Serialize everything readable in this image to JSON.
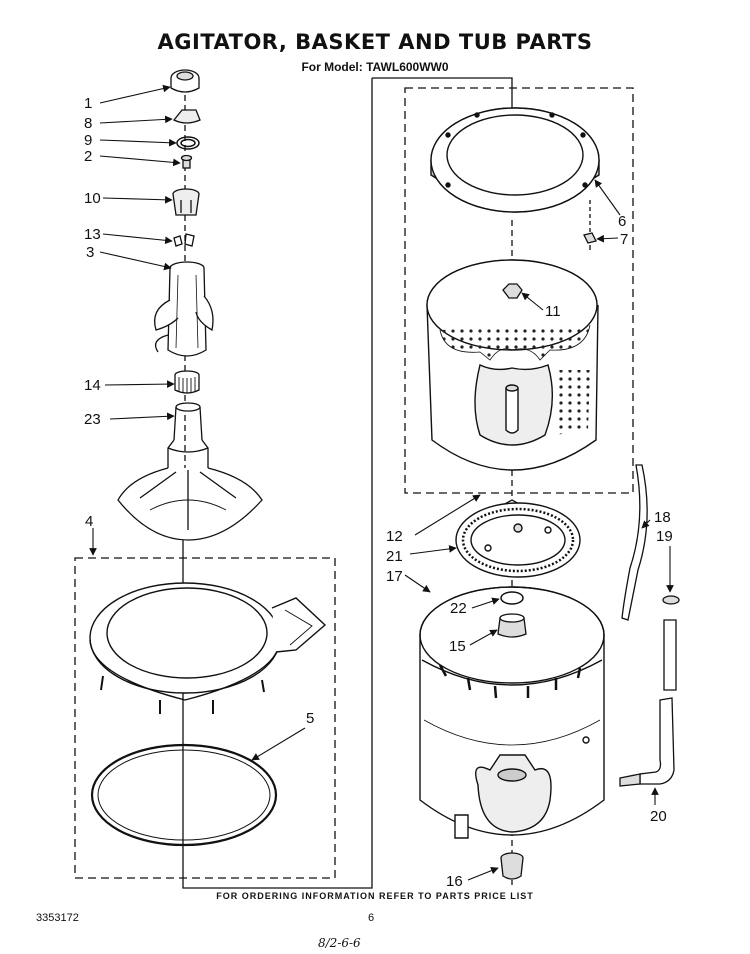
{
  "header": {
    "title": "AGITATOR, BASKET AND TUB PARTS",
    "model_line": "For Model: TAWL600WW0"
  },
  "footer": {
    "note": "FOR ORDERING INFORMATION REFER TO PARTS PRICE LIST",
    "doc_number": "3353172",
    "page_number": "6",
    "handwritten": "8/2-6-6"
  },
  "callouts": {
    "c1": "1",
    "c8": "8",
    "c9": "9",
    "c2": "2",
    "c10": "10",
    "c13": "13",
    "c3": "3",
    "c14": "14",
    "c23": "23",
    "c4": "4",
    "c5": "5",
    "c6": "6",
    "c7": "7",
    "c11": "11",
    "c12": "12",
    "c21": "21",
    "c17": "17",
    "c18": "18",
    "c19": "19",
    "c22": "22",
    "c15": "15",
    "c20": "20",
    "c16": "16"
  }
}
